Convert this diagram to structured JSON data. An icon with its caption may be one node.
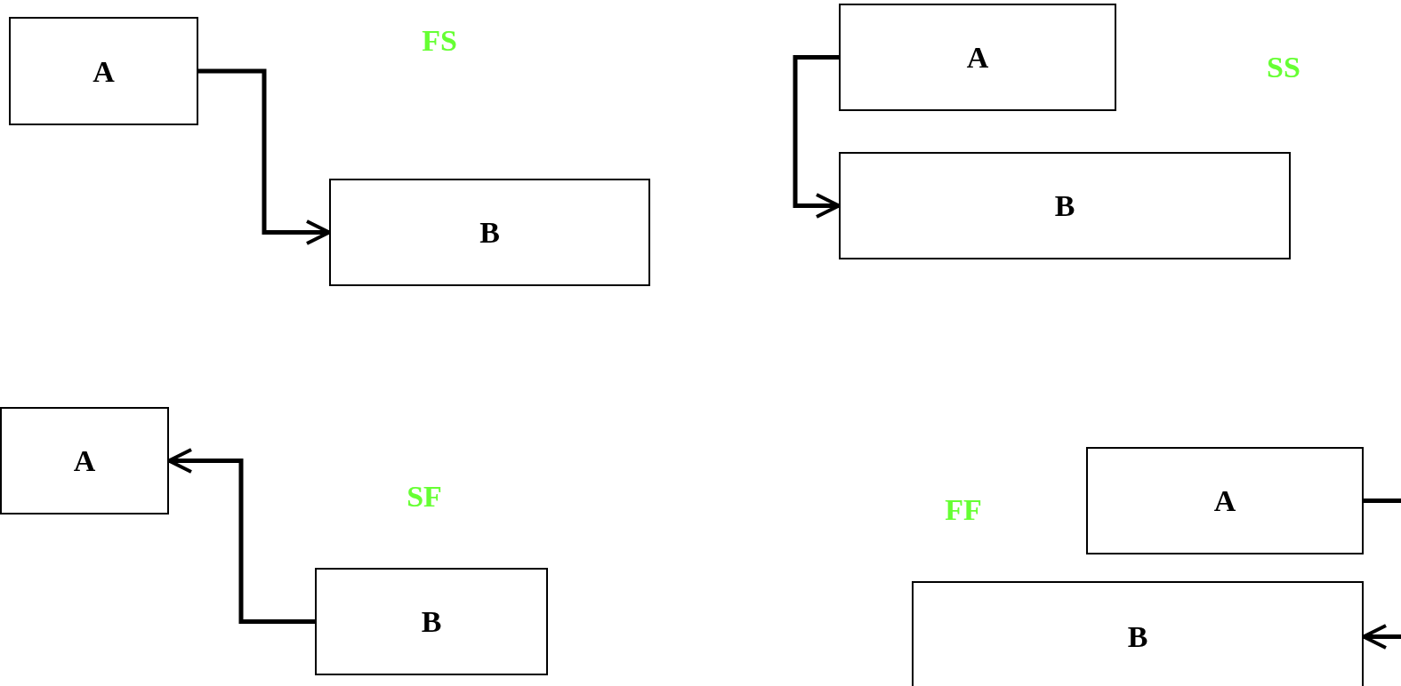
{
  "diagram": {
    "nodes": [
      {
        "text": [
          "A"
        ]
      },
      {
        "text": [
          "B"
        ]
      },
      {
        "text": [
          "A"
        ]
      },
      {
        "text": [
          "B"
        ]
      },
      {
        "text": [
          "A"
        ]
      },
      {
        "text": [
          "B"
        ]
      },
      {
        "text": [
          "A"
        ]
      },
      {
        "text": [
          "B"
        ]
      }
    ],
    "edges": [
      {
        "from": 0,
        "to": 1,
        "arrow": "to"
      },
      {
        "from": 2,
        "to": 3,
        "arrow": "to"
      },
      {
        "from": 5,
        "to": 4,
        "arrow": "to"
      },
      {
        "from": 6,
        "to": 7,
        "arrow": "to"
      }
    ],
    "labels": [
      "FS",
      "SS",
      "SF",
      "FF"
    ]
  }
}
